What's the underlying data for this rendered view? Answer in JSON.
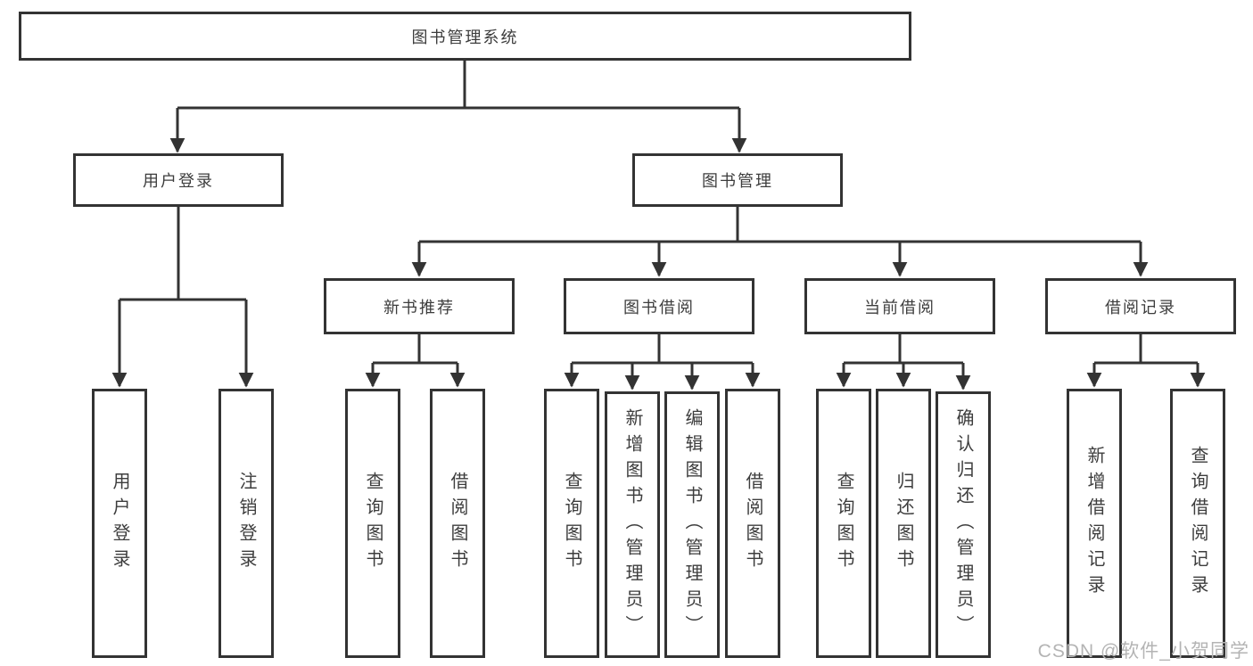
{
  "diagram": {
    "root": {
      "label": "图书管理系统"
    },
    "user_login": {
      "label": "用户登录",
      "children": [
        {
          "label": "用户登录"
        },
        {
          "label": "注销登录"
        }
      ]
    },
    "book_mgmt": {
      "label": "图书管理",
      "children": [
        {
          "label": "新书推荐",
          "children": [
            {
              "label": "查询图书"
            },
            {
              "label": "借阅图书"
            }
          ]
        },
        {
          "label": "图书借阅",
          "children": [
            {
              "label": "查询图书"
            },
            {
              "label": "新增图书（管理员）"
            },
            {
              "label": "编辑图书（管理员）"
            },
            {
              "label": "借阅图书"
            }
          ]
        },
        {
          "label": "当前借阅",
          "children": [
            {
              "label": "查询图书"
            },
            {
              "label": "归还图书"
            },
            {
              "label": "确认归还（管理员）"
            }
          ]
        },
        {
          "label": "借阅记录",
          "children": [
            {
              "label": "新增借阅记录"
            },
            {
              "label": "查询借阅记录"
            }
          ]
        }
      ]
    },
    "line_color": "#333333",
    "text_color": "#3d3d3d",
    "watermark_color": "#b4b4b4"
  },
  "watermark": {
    "text": "CSDN @软件_小贺同学"
  }
}
